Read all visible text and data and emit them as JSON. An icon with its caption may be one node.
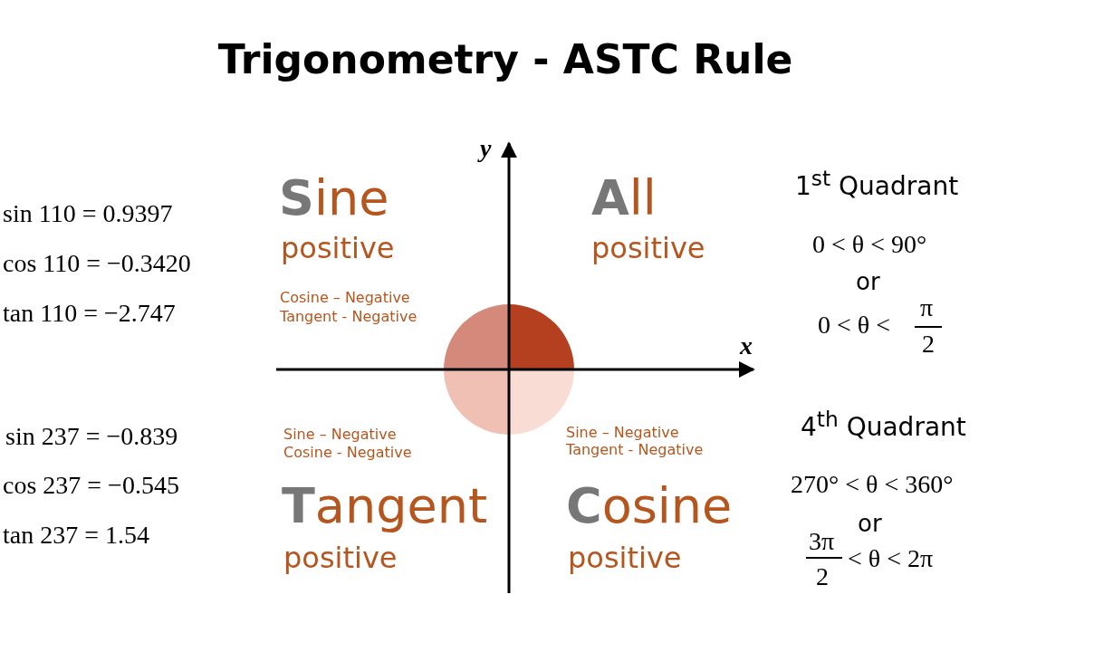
{
  "diagram": {
    "title": "Trigonometry - ASTC Rule",
    "labels": [
      "y",
      "sin 110 = 0.9397",
      "cos 110 = −0.3420",
      "tan 110 = −2.747",
      "Sine",
      "positive",
      "All",
      "positive",
      "Cosine – Negative",
      "Tangent - Negative",
      "1$^{st}$ Quadrant",
      "0 < θ < 90°",
      "or",
      "0 < θ <",
      "π",
      "2",
      "x",
      "sin 237 = −0.839",
      "cos 237 = −0.545",
      "tan 237 = 1.54",
      "Sine – Negative",
      "Cosine - Negative",
      "Sine – Negative",
      "Tangent - Negative",
      "Tangent",
      "positive",
      "Cosine",
      "positive",
      "4$^{th}$ Quadrant",
      "270° < θ < 360°",
      "or",
      "3π",
      "2",
      "< θ < 2π"
    ]
  }
}
